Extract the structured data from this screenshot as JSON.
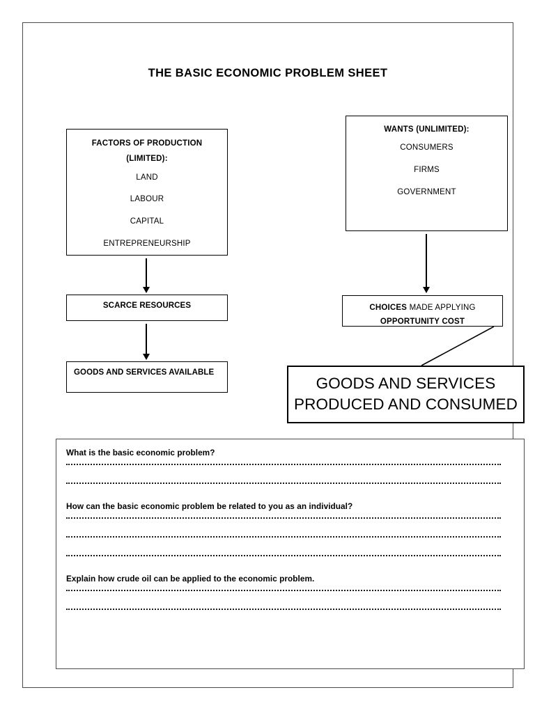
{
  "document": {
    "title": "THE BASIC ECONOMIC PROBLEM SHEET"
  },
  "diagram": {
    "factors_box": {
      "title_line1": "FACTORS OF PRODUCTION",
      "title_line2": "(LIMITED):",
      "items": [
        "LAND",
        "LABOUR",
        "CAPITAL",
        "ENTREPRENEURSHIP"
      ]
    },
    "wants_box": {
      "title": "WANTS (UNLIMITED):",
      "items": [
        "CONSUMERS",
        "FIRMS",
        "GOVERNMENT"
      ]
    },
    "scarce_box": {
      "label": "SCARCE RESOURCES"
    },
    "goods_available_box": {
      "label": "GOODS AND SERVICES AVAILABLE"
    },
    "choices_box": {
      "line1_bold": "CHOICES",
      "line1_regular": " MADE APPLYING",
      "line2_bold": "OPPORTUNITY COST"
    },
    "result_box": {
      "line1": "GOODS AND SERVICES",
      "line2": "PRODUCED AND CONSUMED"
    }
  },
  "questions": [
    {
      "text": "What is the basic economic problem?",
      "lines": 2
    },
    {
      "text": "How can the basic economic problem be related to you as an individual?",
      "lines": 3
    },
    {
      "text": "Explain how crude oil can be applied to the economic problem.",
      "lines": 2
    }
  ]
}
